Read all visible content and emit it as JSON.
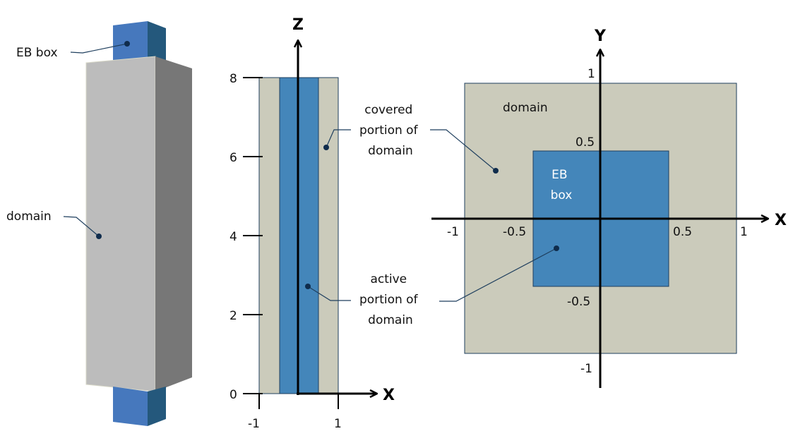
{
  "colors": {
    "eb_front": "#4678bd",
    "eb_side": "#24587c",
    "domain_front": "#bcbcbc",
    "domain_side": "#777777",
    "domain_flat": "#cbcbbb",
    "eb_flat": "#4486ba",
    "outline": "#1f3f5e",
    "callout_dot": "#0f2c4c"
  },
  "panel_3d": {
    "eb_box_label": "EB box",
    "domain_label": "domain"
  },
  "panel_xz": {
    "axis_x": "X",
    "axis_z": "Z",
    "z_ticks": [
      "0",
      "2",
      "4",
      "6",
      "8"
    ],
    "x_ticks": [
      "-1",
      "1"
    ],
    "covered_label": [
      "covered",
      "portion of",
      "domain"
    ],
    "active_label": [
      "active",
      "portion of",
      "domain"
    ]
  },
  "panel_xy": {
    "axis_x": "X",
    "axis_y": "Y",
    "domain_label": "domain",
    "eb_label": [
      "EB",
      "box"
    ],
    "x_ticks": [
      "-1",
      "-0.5",
      "0.5",
      "1"
    ],
    "y_ticks": [
      "1",
      "0.5",
      "-0.5",
      "-1"
    ]
  }
}
